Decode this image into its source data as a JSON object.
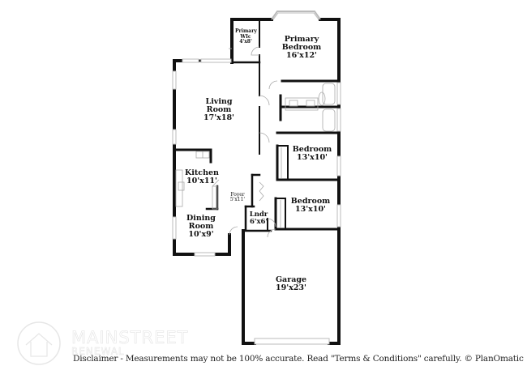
{
  "rooms": [
    {
      "id": "primary-wic",
      "name": "Primary WIc",
      "dims": "4'x8'"
    },
    {
      "id": "primary-bedroom",
      "name": "Primary Bedroom",
      "line1": "Primary",
      "line2": "Bedroom",
      "dims": "16'x12'"
    },
    {
      "id": "living-room",
      "line1": "Living",
      "line2": "Room",
      "dims": "17'x18'"
    },
    {
      "id": "bedroom-1",
      "line1": "Bedroom",
      "dims": "13'x10'"
    },
    {
      "id": "kitchen",
      "line1": "Kitchen",
      "dims": "10'x11'"
    },
    {
      "id": "foyer",
      "line1": "Foyer",
      "dims": "5'x11'"
    },
    {
      "id": "bedroom-2",
      "line1": "Bedroom",
      "dims": "13'x10'"
    },
    {
      "id": "laundry",
      "line1": "Lndr",
      "dims": "6'x6'"
    },
    {
      "id": "dining-room",
      "line1": "Dining",
      "line2": "Room",
      "dims": "10'x9'"
    },
    {
      "id": "garage",
      "line1": "Garage",
      "dims": "19'x23'"
    }
  ],
  "watermark": {
    "line1": "MAINSTREET",
    "line2": "RENEWAL"
  },
  "disclaimer": "Disclaimer - Measurements may not be 100% accurate. Read \"Terms & Conditions\" carefully. © PlanOmatic",
  "colors": {
    "wall": "#111111",
    "window": "#bbbbbb",
    "fixture": "#aaaaaa"
  }
}
